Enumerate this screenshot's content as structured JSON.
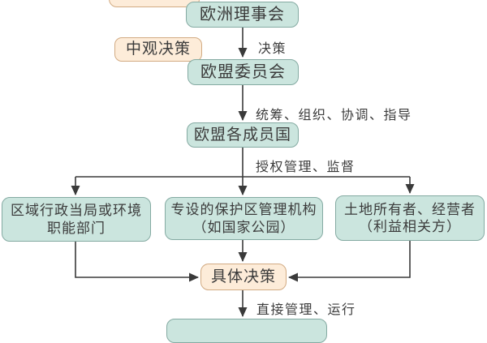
{
  "diagram": {
    "type": "flowchart",
    "language": "zh",
    "colors": {
      "node_fill_teal": "#cbe5de",
      "node_border_teal": "#84aaa2",
      "node_fill_beige": "#fdecd9",
      "node_border_beige": "#d2ab83",
      "text": "#3b3b3b",
      "connector": "#3a3a3a",
      "background": "#ffffff"
    },
    "nodes": {
      "macro_label_box": "",
      "european_council": "欧洲理事会",
      "meso_label_box": "中观决策",
      "eu_commission": "欧盟委员会",
      "eu_member_states": "欧盟各成员国",
      "regional_authority_line1": "区域行政当局或环境",
      "regional_authority_line2": "职能部门",
      "protected_area_agency_line1": "专设的保护区管理机构",
      "protected_area_agency_line2": "（如国家公园）",
      "landowners_line1": "土地所有者、经营者",
      "landowners_line2": "（利益相关方）",
      "specific_decision": "具体决策",
      "bottom_box": ""
    },
    "edge_labels": {
      "decision": "决策",
      "coordinate_organize": "统筹、组织、协调、指导",
      "authorize_supervise": "授权管理、监督",
      "direct_manage_operate": "直接管理、运行"
    }
  }
}
